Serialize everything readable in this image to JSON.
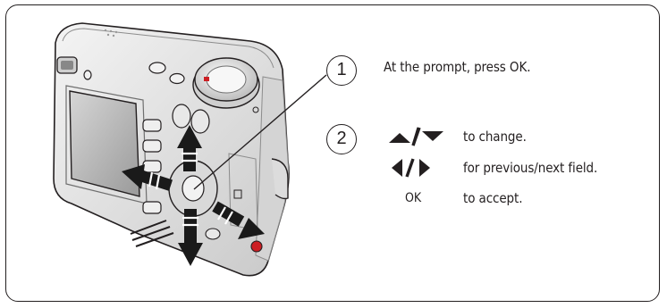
{
  "steps": [
    {
      "number": "1",
      "text": "At the prompt, press OK."
    },
    {
      "number": "2"
    }
  ],
  "instructions": [
    {
      "symbol": "up-down-arrows",
      "text": "to change."
    },
    {
      "symbol": "left-right-arrows",
      "text": "for previous/next field."
    },
    {
      "symbol": "OK",
      "text": "to accept."
    }
  ],
  "colors": {
    "line": "#231f20",
    "camera_body": "#e6e6e6",
    "camera_shade": "#b9b9b9",
    "arrow": "#1a1a1a"
  },
  "icons": [
    "camera-illustration",
    "up-arrow",
    "down-arrow",
    "left-arrow",
    "right-arrow"
  ]
}
